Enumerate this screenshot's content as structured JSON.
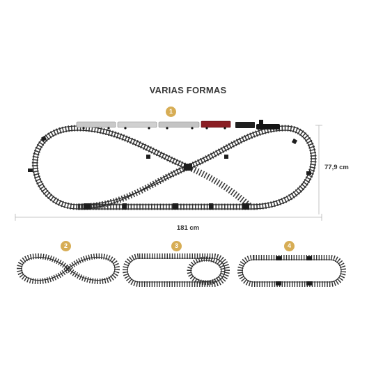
{
  "title": "VARIAS FORMAS",
  "dimensions": {
    "width": "181 cm",
    "height": "77,9 cm"
  },
  "layouts": [
    {
      "number": "1"
    },
    {
      "number": "2"
    },
    {
      "number": "3"
    },
    {
      "number": "4"
    }
  ],
  "colors": {
    "badge": "#d7ad55",
    "track": "#2b2b2b",
    "train_coach": "#c8c8c8",
    "train_wagon": "#8b1e24",
    "dimension_line": "#b5b5b5"
  }
}
